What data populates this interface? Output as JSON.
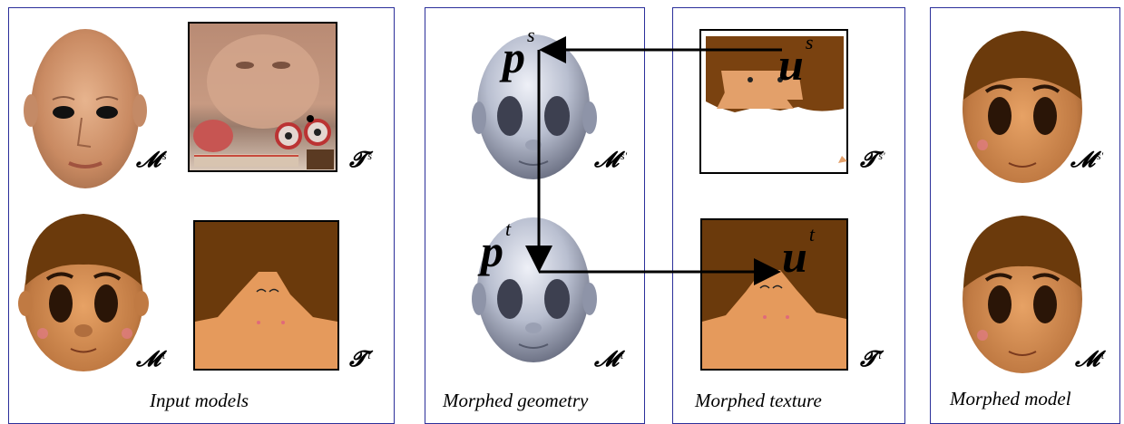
{
  "panels": {
    "input": {
      "caption": "Input models",
      "labels": {
        "ms": "𝓜",
        "ms_sup": "s",
        "ts": "𝓣",
        "ts_sup": "s",
        "mt": "𝓜",
        "mt_sup": "t",
        "tt": "𝓣",
        "tt_sup": "t"
      }
    },
    "geometry": {
      "caption": "Morphed geometry",
      "labels": {
        "ms": "𝓜",
        "ms_sup": "s'",
        "mt": "𝓜",
        "mt_sup": "t"
      },
      "points": {
        "ps": "p",
        "ps_sup": "s",
        "pt": "p",
        "pt_sup": "t"
      }
    },
    "texture": {
      "caption": "Morphed texture",
      "labels": {
        "ts": "𝓣",
        "ts_sup": "s'",
        "tt": "𝓣",
        "tt_sup": "t"
      },
      "points": {
        "us": "u",
        "us_sup": "s",
        "ut": "u",
        "ut_sup": "t"
      }
    },
    "model": {
      "caption": "Morphed model",
      "labels": {
        "ms": "𝓜",
        "ms_sup": "s'",
        "mt": "𝓜",
        "mt_sup": "t"
      }
    }
  },
  "colors": {
    "border": "#2b2f9a",
    "skin_human": "#d9a07a",
    "skin_cartoon": "#e7a265",
    "hair_brown": "#6b3a0c",
    "gray_mesh": "#c4c9d8"
  }
}
